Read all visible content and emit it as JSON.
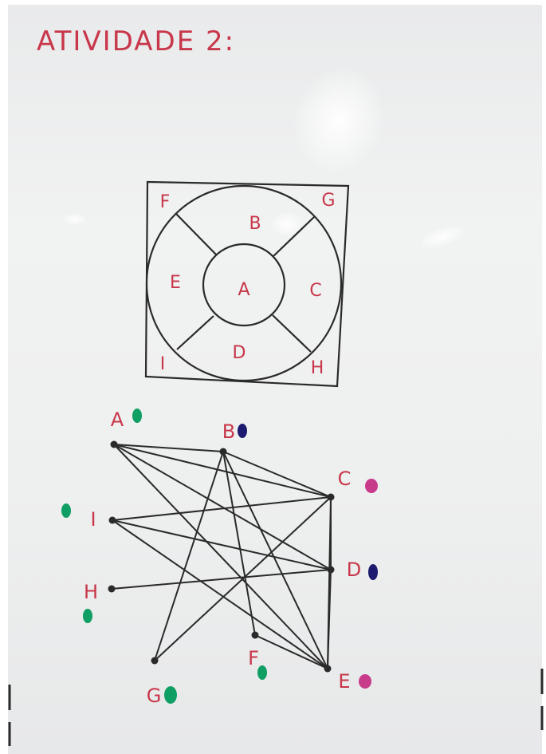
{
  "title": "ATIVIDADE 2:",
  "colors": {
    "marker_red": "#c8374a",
    "marker_black": "#2a2a2a",
    "green": "#0f9e63",
    "navy": "#1c1a6e",
    "pink": "#c83a8a"
  },
  "diagram": {
    "regions": [
      {
        "label": "A"
      },
      {
        "label": "B"
      },
      {
        "label": "C"
      },
      {
        "label": "D"
      },
      {
        "label": "E"
      },
      {
        "label": "F"
      },
      {
        "label": "G"
      },
      {
        "label": "H"
      },
      {
        "label": "I"
      }
    ]
  },
  "graph": {
    "vertices": [
      {
        "label": "A",
        "color": "green"
      },
      {
        "label": "B",
        "color": "navy"
      },
      {
        "label": "C",
        "color": "pink"
      },
      {
        "label": "D",
        "color": "navy"
      },
      {
        "label": "E",
        "color": "pink"
      },
      {
        "label": "F",
        "color": "green"
      },
      {
        "label": "G",
        "color": "green"
      },
      {
        "label": "H",
        "color": "green"
      },
      {
        "label": "I",
        "color": "green"
      }
    ],
    "edges": [
      [
        "A",
        "B"
      ],
      [
        "A",
        "C"
      ],
      [
        "A",
        "D"
      ],
      [
        "A",
        "E"
      ],
      [
        "B",
        "C"
      ],
      [
        "B",
        "E"
      ],
      [
        "B",
        "F"
      ],
      [
        "B",
        "G"
      ],
      [
        "C",
        "D"
      ],
      [
        "C",
        "E"
      ],
      [
        "C",
        "G"
      ],
      [
        "C",
        "I"
      ],
      [
        "D",
        "E"
      ],
      [
        "D",
        "H"
      ],
      [
        "D",
        "I"
      ],
      [
        "E",
        "F"
      ],
      [
        "E",
        "I"
      ]
    ]
  }
}
